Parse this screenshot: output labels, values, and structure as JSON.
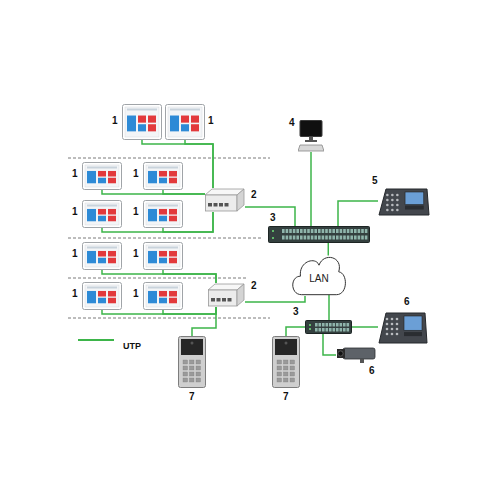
{
  "diagram": {
    "nodes": [
      {
        "text": [
          "1"
        ]
      },
      {
        "text": [
          "1"
        ]
      },
      {
        "text": [
          "1"
        ]
      },
      {
        "text": [
          "1"
        ]
      },
      {
        "text": [
          "1"
        ]
      },
      {
        "text": [
          "1"
        ]
      },
      {
        "text": [
          "1"
        ]
      },
      {
        "text": [
          "1"
        ]
      },
      {
        "text": [
          "1"
        ]
      },
      {
        "text": [
          "1"
        ]
      },
      {
        "text": [
          "2"
        ]
      },
      {
        "text": [
          "2"
        ]
      },
      {
        "text": [
          "4"
        ]
      },
      {
        "text": [
          "5"
        ]
      },
      {
        "text": [
          "3"
        ]
      },
      {
        "text": [
          "LAN"
        ]
      },
      {
        "text": [
          "3"
        ]
      },
      {
        "text": [
          "6"
        ]
      },
      {
        "text": [
          "6"
        ]
      },
      {
        "text": [
          "7"
        ]
      },
      {
        "text": [
          "7"
        ]
      }
    ],
    "edges": [
      {
        "from": 0,
        "to": 10,
        "arrow": "none"
      },
      {
        "from": 1,
        "to": 10,
        "arrow": "none"
      },
      {
        "from": 2,
        "to": 10,
        "arrow": "none"
      },
      {
        "from": 3,
        "to": 10,
        "arrow": "none"
      },
      {
        "from": 4,
        "to": 10,
        "arrow": "none"
      },
      {
        "from": 5,
        "to": 10,
        "arrow": "none"
      },
      {
        "from": 6,
        "to": 11,
        "arrow": "none"
      },
      {
        "from": 7,
        "to": 11,
        "arrow": "none"
      },
      {
        "from": 8,
        "to": 11,
        "arrow": "none"
      },
      {
        "from": 9,
        "to": 11,
        "arrow": "none"
      },
      {
        "from": 19,
        "to": 11,
        "arrow": "none"
      },
      {
        "from": 10,
        "to": 14,
        "arrow": "none"
      },
      {
        "from": 11,
        "to": 15,
        "arrow": "none"
      },
      {
        "from": 14,
        "to": 12,
        "arrow": "none"
      },
      {
        "from": 14,
        "to": 13,
        "arrow": "none"
      },
      {
        "from": 14,
        "to": 15,
        "arrow": "none"
      },
      {
        "from": 15,
        "to": 16,
        "arrow": "none"
      },
      {
        "from": 16,
        "to": 17,
        "arrow": "none"
      },
      {
        "from": 16,
        "to": 18,
        "arrow": "none"
      },
      {
        "from": 16,
        "to": 20,
        "arrow": "none"
      }
    ],
    "legend": [
      {
        "text": "UTP"
      }
    ]
  }
}
